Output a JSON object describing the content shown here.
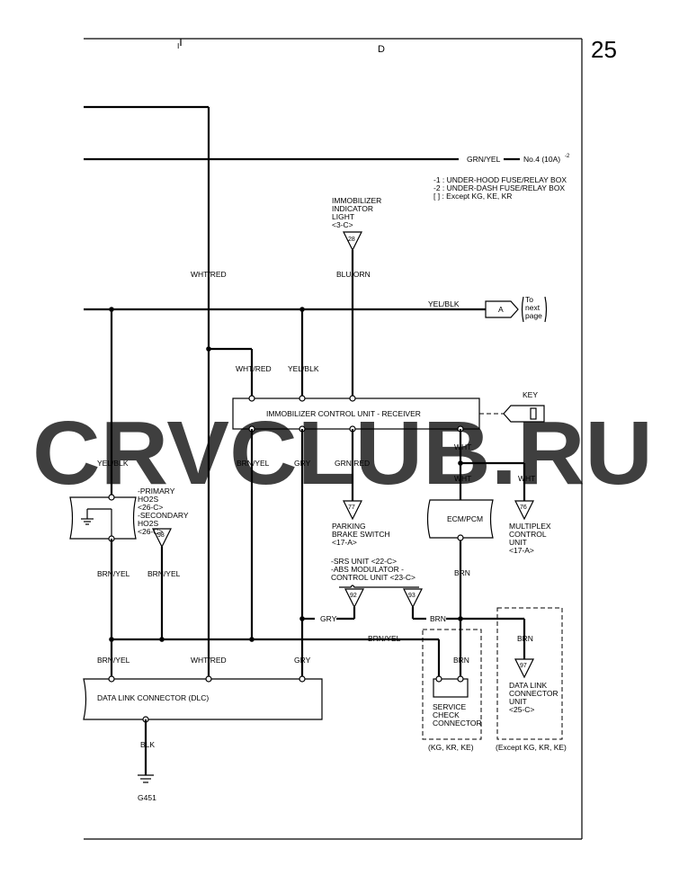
{
  "page": {
    "number": "25",
    "grid_top_1": "I",
    "grid_top_2": "D"
  },
  "watermark": "CRVCLUB.RU",
  "fuse": {
    "wire": "GRN/YEL",
    "fuse": "No.4 (10A)",
    "sup": "-2"
  },
  "notes": {
    "line1": "-1   : UNDER-HOOD FUSE/RELAY BOX",
    "line2": "-2   : UNDER-DASH FUSE/RELAY BOX",
    "line3": "[   ] : Except KG, KE, KR"
  },
  "immobilizer_light": {
    "line1": "IMMOBILIZER",
    "line2": "INDICATOR",
    "line3": "LIGHT",
    "ref": "<3-C>",
    "conn": "28"
  },
  "next_page": {
    "conn": "A",
    "line1": "To",
    "line2": "next",
    "line3": "page"
  },
  "wires": {
    "wht_red": "WHT/RED",
    "blu_orn": "BLU/ORN",
    "yel_blk": "YEL/BLK",
    "wht_red_2": "WHT/RED",
    "yel_blk_2": "YEL/BLK",
    "yel_blk_3": "YEL/BLK",
    "brn_yel_1": "BRN/YEL",
    "gry_1": "GRY",
    "grn_red": "GRN/RED",
    "wht_1": "WHT",
    "wht_2": "WHT",
    "wht_3": "WHT",
    "brn_yel_2": "BRN/YEL",
    "brn_yel_3": "BRN/YEL",
    "brn_1": "BRN",
    "gry_2": "GRY",
    "brn_2": "BRN",
    "brn_yel_4": "BRN/YEL",
    "brn_3": "BRN",
    "brn_4": "BRN",
    "brn_yel_5": "BRN/YEL",
    "wht_red_3": "WHT/RED",
    "gry_3": "GRY",
    "blk": "BLK"
  },
  "key": "KEY",
  "receiver": "IMMOBILIZER CONTROL UNIT - RECEIVER",
  "ho2s": {
    "line1": "-PRIMARY",
    "line2": "HO2S",
    "line3": "<26-C>",
    "line4": "-SECONDARY",
    "line5": "HO2S",
    "line6": "<26-C>",
    "conn": "98"
  },
  "parking_brake": {
    "conn": "77",
    "line1": "PARKING",
    "line2": "BRAKE SWITCH",
    "line3": "<17-A>"
  },
  "ecm": "ECM/PCM",
  "multiplex": {
    "conn": "76",
    "line1": "MULTIPLEX",
    "line2": "CONTROL",
    "line3": "UNIT",
    "line4": "<17-A>"
  },
  "srs_abs": {
    "line1": "-SRS UNIT <22-C>",
    "line2": "-ABS MODULATOR -",
    "line3": "CONTROL UNIT <23-C>",
    "conn1": "92",
    "conn2": "93"
  },
  "service_check": {
    "line1": "SERVICE",
    "line2": "CHECK",
    "line3": "CONNECTOR",
    "note": "(KG, KR, KE)"
  },
  "dlc_unit": {
    "conn": "97",
    "line1": "DATA LINK",
    "line2": "CONNECTOR",
    "line3": "UNIT",
    "line4": "<25-C>",
    "note": "(Except KG, KR, KE)"
  },
  "dlc": "DATA LINK CONNECTOR (DLC)",
  "ground": "G451"
}
